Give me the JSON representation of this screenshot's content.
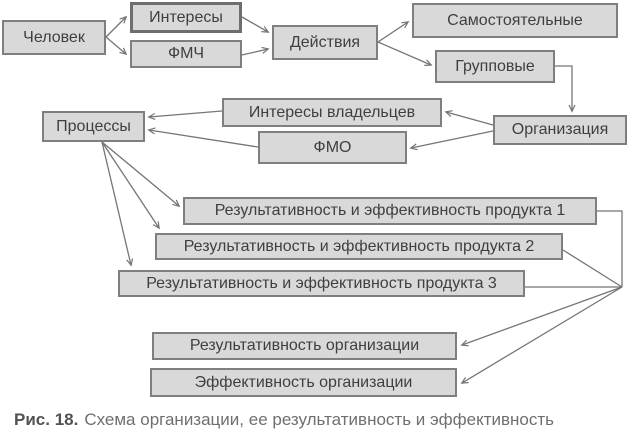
{
  "diagram": {
    "nodes": {
      "chelovek": {
        "label": "Человек"
      },
      "interesy": {
        "label": "Интересы"
      },
      "fmch": {
        "label": "ФМЧ"
      },
      "deystviya": {
        "label": "Действия"
      },
      "samostoyatelnye": {
        "label": "Самостоятельные"
      },
      "gruppovye": {
        "label": "Групповые"
      },
      "organizatsiya": {
        "label": "Организация"
      },
      "interesy_vlad": {
        "label": "Интересы владельцев"
      },
      "fmo": {
        "label": "ФМО"
      },
      "protsessy": {
        "label": "Процессы"
      },
      "product1": {
        "label": "Результативность и эффективность продукта 1"
      },
      "product2": {
        "label": "Результативность и эффективность продукта 2"
      },
      "product3": {
        "label": "Результативность и эффективность продукта 3"
      },
      "rez_org": {
        "label": "Результативность организации"
      },
      "eff_org": {
        "label": "Эффективность организации"
      }
    },
    "caption": {
      "prefix": "Рис. 18.",
      "text": "Схема организации, ее результативность и эффективность"
    },
    "colors": {
      "box_fill": "#d9d9d9",
      "box_border": "#7f7f7f",
      "arrow": "#757575",
      "node_text": "#3f3f3f",
      "caption_text": "#6f6f6f"
    }
  }
}
